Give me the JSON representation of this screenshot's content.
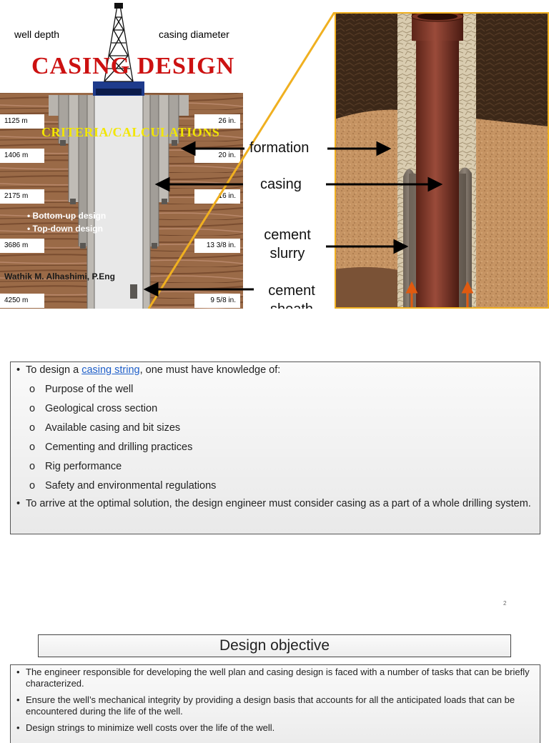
{
  "slide1": {
    "header_left": "well depth",
    "header_right": "casing diameter",
    "title": "CASING DESIGN",
    "subtitle": "CRITERIA/CALCULATIONS",
    "methods": [
      "Bottom-up design",
      "Top-down design"
    ],
    "author": "Wathik M. Alhashimi, P.Eng",
    "depths": [
      "1125 m",
      "1406 m",
      "2175 m",
      "3686 m",
      "4250 m"
    ],
    "diameters": [
      "26 in.",
      "20 in.",
      "16 in.",
      "13 3/8 in.",
      "9 5/8 in."
    ],
    "arrow_labels": {
      "formation": "formation",
      "casing": "casing",
      "cement_slurry": "cement slurry",
      "cement_sheath": "cement sheath"
    },
    "colors": {
      "title": "#cc1111",
      "subtitle": "#f2e600",
      "frame": "#f0b020"
    }
  },
  "box1": {
    "intro_pre": "To design a ",
    "intro_link": "casing string",
    "intro_post": ", one must have knowledge of:",
    "items": [
      "Purpose of the well",
      "Geological cross section",
      "Available casing and bit sizes",
      "Cementing and drilling practices",
      "Rig performance",
      "Safety and environmental regulations"
    ],
    "conclusion": "To arrive at the optimal solution, the design engineer must consider casing as a part of a whole drilling system."
  },
  "page_number": "2",
  "slide2": {
    "title": "Design objective",
    "bullets": [
      "The engineer responsible for developing the well plan and casing design is faced with a number of tasks that can be briefly characterized.",
      "Ensure the well’s mechanical integrity by providing a design basis that accounts for all the anticipated loads that can be encountered during the life of the well.",
      "Design strings to minimize well costs over the life of the well."
    ]
  }
}
